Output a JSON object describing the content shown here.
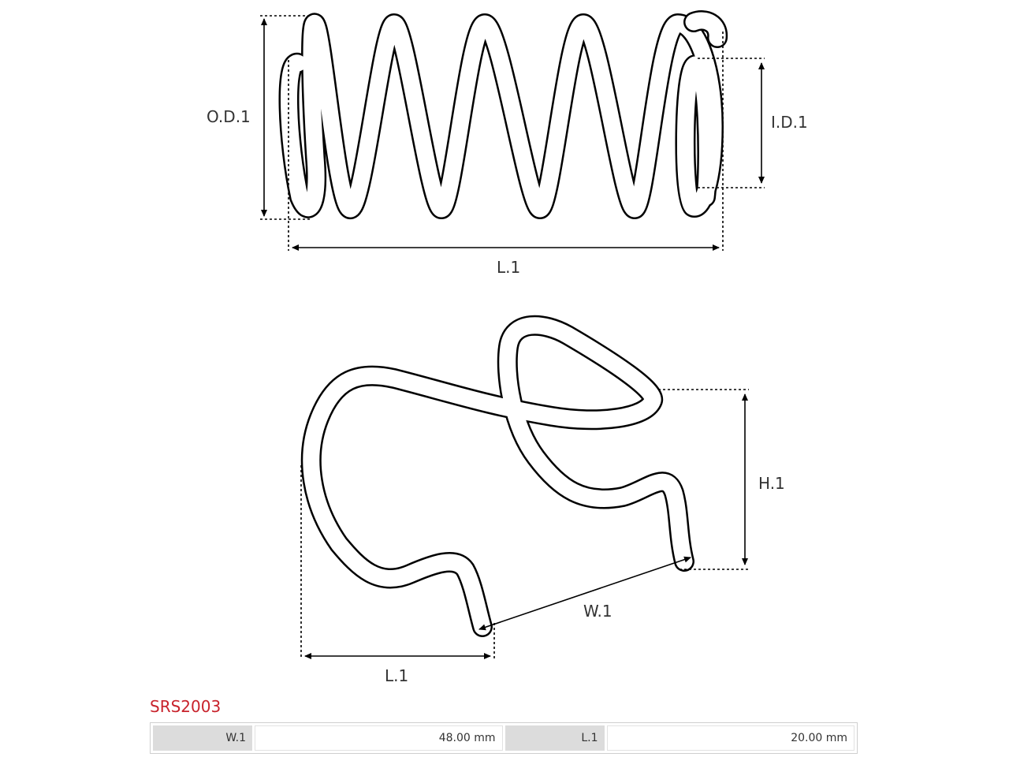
{
  "diagram": {
    "spring_labels": {
      "outer_diameter": "O.D.1",
      "inner_diameter": "I.D.1",
      "length": "L.1"
    },
    "clip_labels": {
      "height": "H.1",
      "width": "W.1",
      "length": "L.1"
    }
  },
  "part": {
    "number": "SRS2003",
    "color": "#c8232c"
  },
  "specs": [
    {
      "key": "W.1",
      "value": "48.00 mm"
    },
    {
      "key": "L.1",
      "value": "20.00 mm"
    }
  ]
}
